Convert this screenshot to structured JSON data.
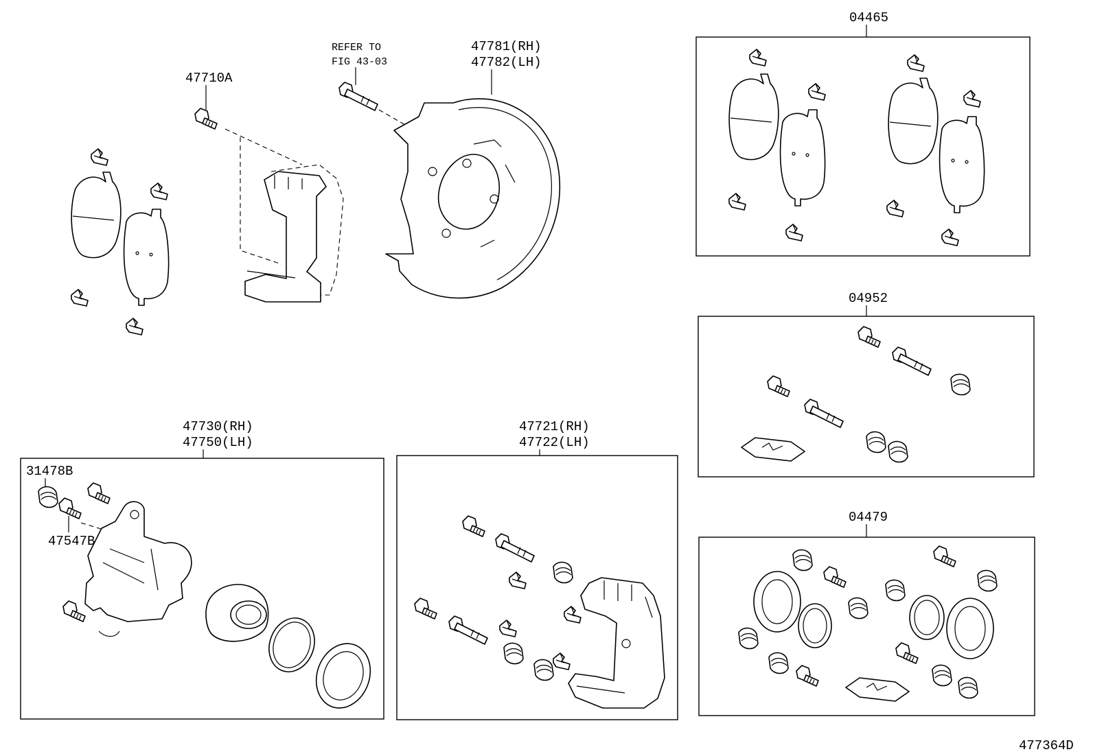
{
  "labels": {
    "caliper_bolt": "47710A",
    "refer_line1": "REFER TO",
    "refer_line2": "FIG 43-03",
    "dust_cover_rh": "47781(RH)",
    "dust_cover_lh": "47782(LH)",
    "pad_kit": "04465",
    "guide_kit": "04952",
    "cylinder_kit": "04479",
    "cylinder_rh": "47730(RH)",
    "cylinder_lh": "47750(LH)",
    "bleeder_cap": "31478B",
    "bleeder_plug": "47547B",
    "mounting_rh": "47721(RH)",
    "mounting_lh": "47722(LH)",
    "illustration_no": "477364D"
  }
}
